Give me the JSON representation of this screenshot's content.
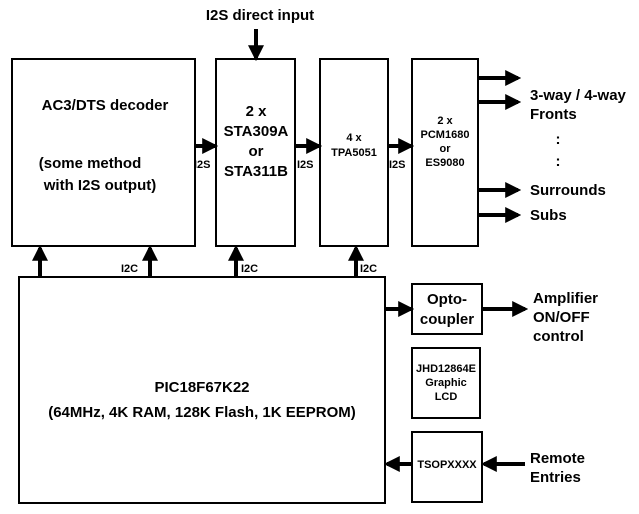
{
  "top_input": {
    "label": "I2S direct input"
  },
  "decoder": {
    "title": "AC3/DTS decoder",
    "note_line1": "(some method",
    "note_line2": "with I2S output)"
  },
  "sta": {
    "line1": "2 x",
    "line2": "STA309A",
    "line3": "or",
    "line4": "STA311B"
  },
  "tpa": {
    "line1": "4 x",
    "line2": "TPA5051"
  },
  "dac": {
    "line1": "2 x",
    "line2": "PCM1680",
    "line3": "or",
    "line4": "ES9080"
  },
  "bus_labels": {
    "i2s_1": "I2S",
    "i2s_2": "I2S",
    "i2s_3": "I2S",
    "i2c_1": "I2C",
    "i2c_2": "I2C",
    "i2c_3": "I2C"
  },
  "outputs": {
    "fronts_line1": "3-way / 4-way",
    "fronts_line2": "Fronts",
    "dots": ":",
    "surrounds": "Surrounds",
    "subs": "Subs"
  },
  "mcu": {
    "name": "PIC18F67K22",
    "specs": "(64MHz, 4K RAM, 128K Flash, 1K EEPROM)"
  },
  "opto": {
    "line1": "Opto-",
    "line2": "coupler"
  },
  "amp": {
    "line1": "Amplifier",
    "line2": "ON/OFF",
    "line3": "control"
  },
  "lcd": {
    "line1": "JHD12864E",
    "line2": "Graphic",
    "line3": "LCD"
  },
  "ir": {
    "label": "TSOPXXXX"
  },
  "remote": {
    "line1": "Remote",
    "line2": "Entries"
  }
}
